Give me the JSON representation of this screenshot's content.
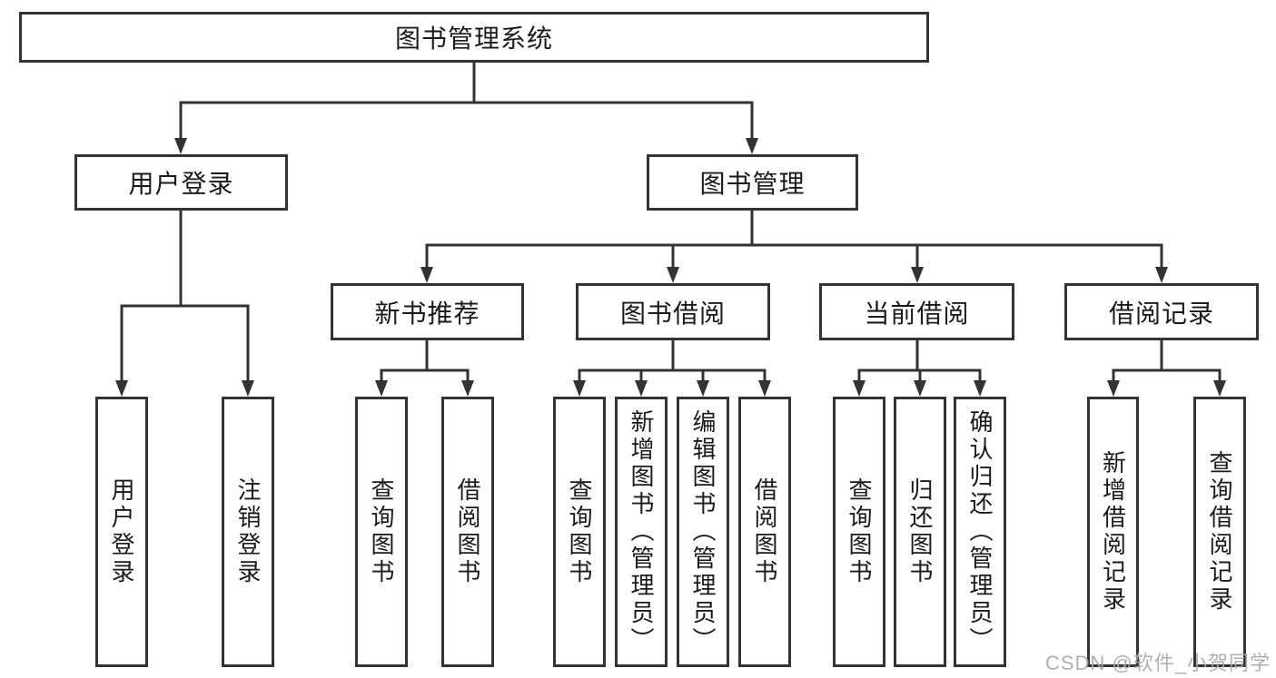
{
  "diagram": {
    "type": "hierarchy-tree",
    "colors": {
      "line": "#333333",
      "box_border": "#333333",
      "box_background": "#ffffff",
      "text": "#1a1a1a",
      "watermark": "#ababab"
    }
  },
  "nodes": {
    "root": {
      "label": "图书管理系统"
    },
    "level2": [
      {
        "label": "用户登录"
      },
      {
        "label": "图书管理"
      }
    ],
    "level3": [
      {
        "label": "新书推荐"
      },
      {
        "label": "图书借阅"
      },
      {
        "label": "当前借阅"
      },
      {
        "label": "借阅记录"
      }
    ],
    "leaves": [
      {
        "label": "用户登录",
        "parent": "用户登录"
      },
      {
        "label": "注销登录",
        "parent": "用户登录"
      },
      {
        "label": "查询图书",
        "parent": "新书推荐"
      },
      {
        "label": "借阅图书",
        "parent": "新书推荐"
      },
      {
        "label": "查询图书",
        "parent": "图书借阅"
      },
      {
        "label": "新增图书（管理员）",
        "parent": "图书借阅"
      },
      {
        "label": "编辑图书（管理员）",
        "parent": "图书借阅"
      },
      {
        "label": "借阅图书",
        "parent": "图书借阅"
      },
      {
        "label": "查询图书",
        "parent": "当前借阅"
      },
      {
        "label": "归还图书",
        "parent": "当前借阅"
      },
      {
        "label": "确认归还（管理员）",
        "parent": "当前借阅"
      },
      {
        "label": "新增借阅记录",
        "parent": "借阅记录"
      },
      {
        "label": "查询借阅记录",
        "parent": "借阅记录"
      }
    ]
  },
  "watermark": {
    "text": "CSDN @软件_小贺同学"
  }
}
